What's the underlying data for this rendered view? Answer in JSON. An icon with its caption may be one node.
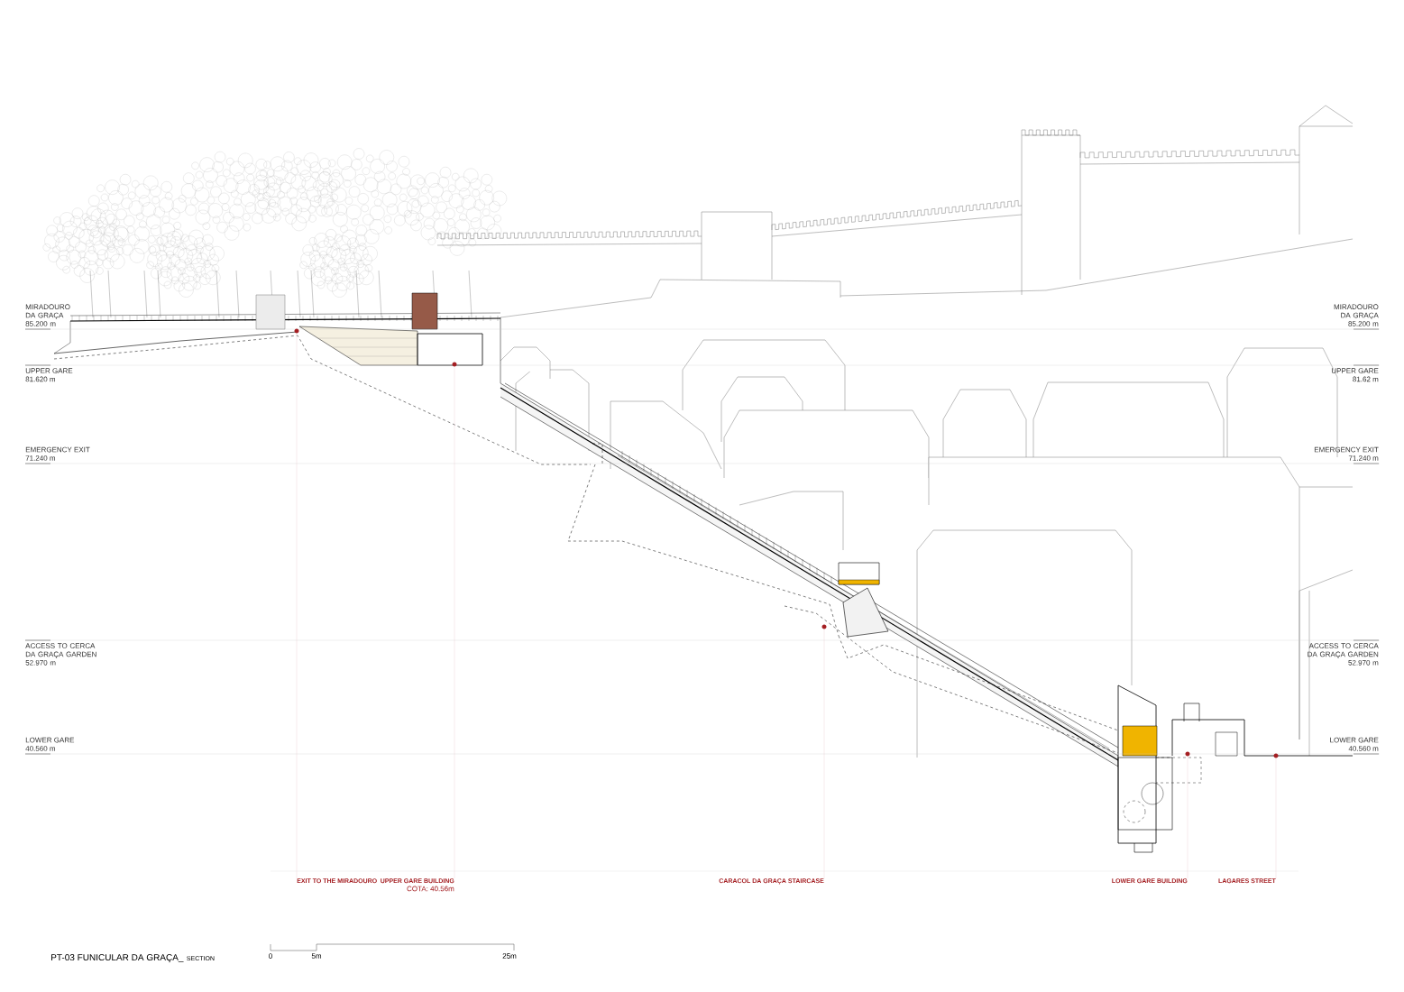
{
  "diagram": {
    "title": "PT-03 FUNICULAR DA GRAÇA_",
    "nodes": [
      {
        "text": [
          "EXIT TO THE MIRADOURO"
        ]
      },
      {
        "text": [
          "UPPER GARE BUILDING"
        ],
        "beside": [
          "COTA: 40.56m"
        ]
      },
      {
        "text": [
          "CARACOL DA GRAÇA STAIRCASE"
        ]
      },
      {
        "text": [
          "LOWER GARE BUILDING"
        ]
      },
      {
        "text": [
          "LAGARES STREET"
        ]
      },
      {
        "text": [],
        "shape": "circle"
      },
      {
        "text": [],
        "shape": "circle"
      },
      {
        "text": [],
        "shape": "circle"
      },
      {
        "text": [],
        "shape": "circle"
      },
      {
        "text": [],
        "shape": "circle"
      }
    ],
    "edges": [
      {
        "from": 0,
        "to": 5,
        "arrow": "none"
      },
      {
        "from": 1,
        "to": 6,
        "arrow": "none"
      },
      {
        "from": 2,
        "to": 7,
        "arrow": "none"
      },
      {
        "from": 3,
        "to": 8,
        "arrow": "none"
      },
      {
        "from": 4,
        "to": 9,
        "arrow": "none"
      }
    ],
    "labels": [
      "MIRADOURO DA GRAÇA",
      "85.200 m",
      "MIRADOURO DA GRAÇA",
      "85.200 m",
      "UPPER GARE",
      "81.620 m",
      "UPPER GARE",
      "81.62 m",
      "EMERGENCY EXIT",
      "71.240 m",
      "EMERGENCY EXIT",
      "71.240 m",
      "ACCESS TO CERCA DA GRAÇA GARDEN",
      "52.970 m",
      "ACCESS TO CERCA DA GRAÇA GARDEN",
      "52.970 m",
      "LOWER GARE",
      "40.560 m",
      "LOWER GARE",
      "40.560 m",
      "SECTION",
      "0",
      "5m",
      "25m"
    ]
  }
}
